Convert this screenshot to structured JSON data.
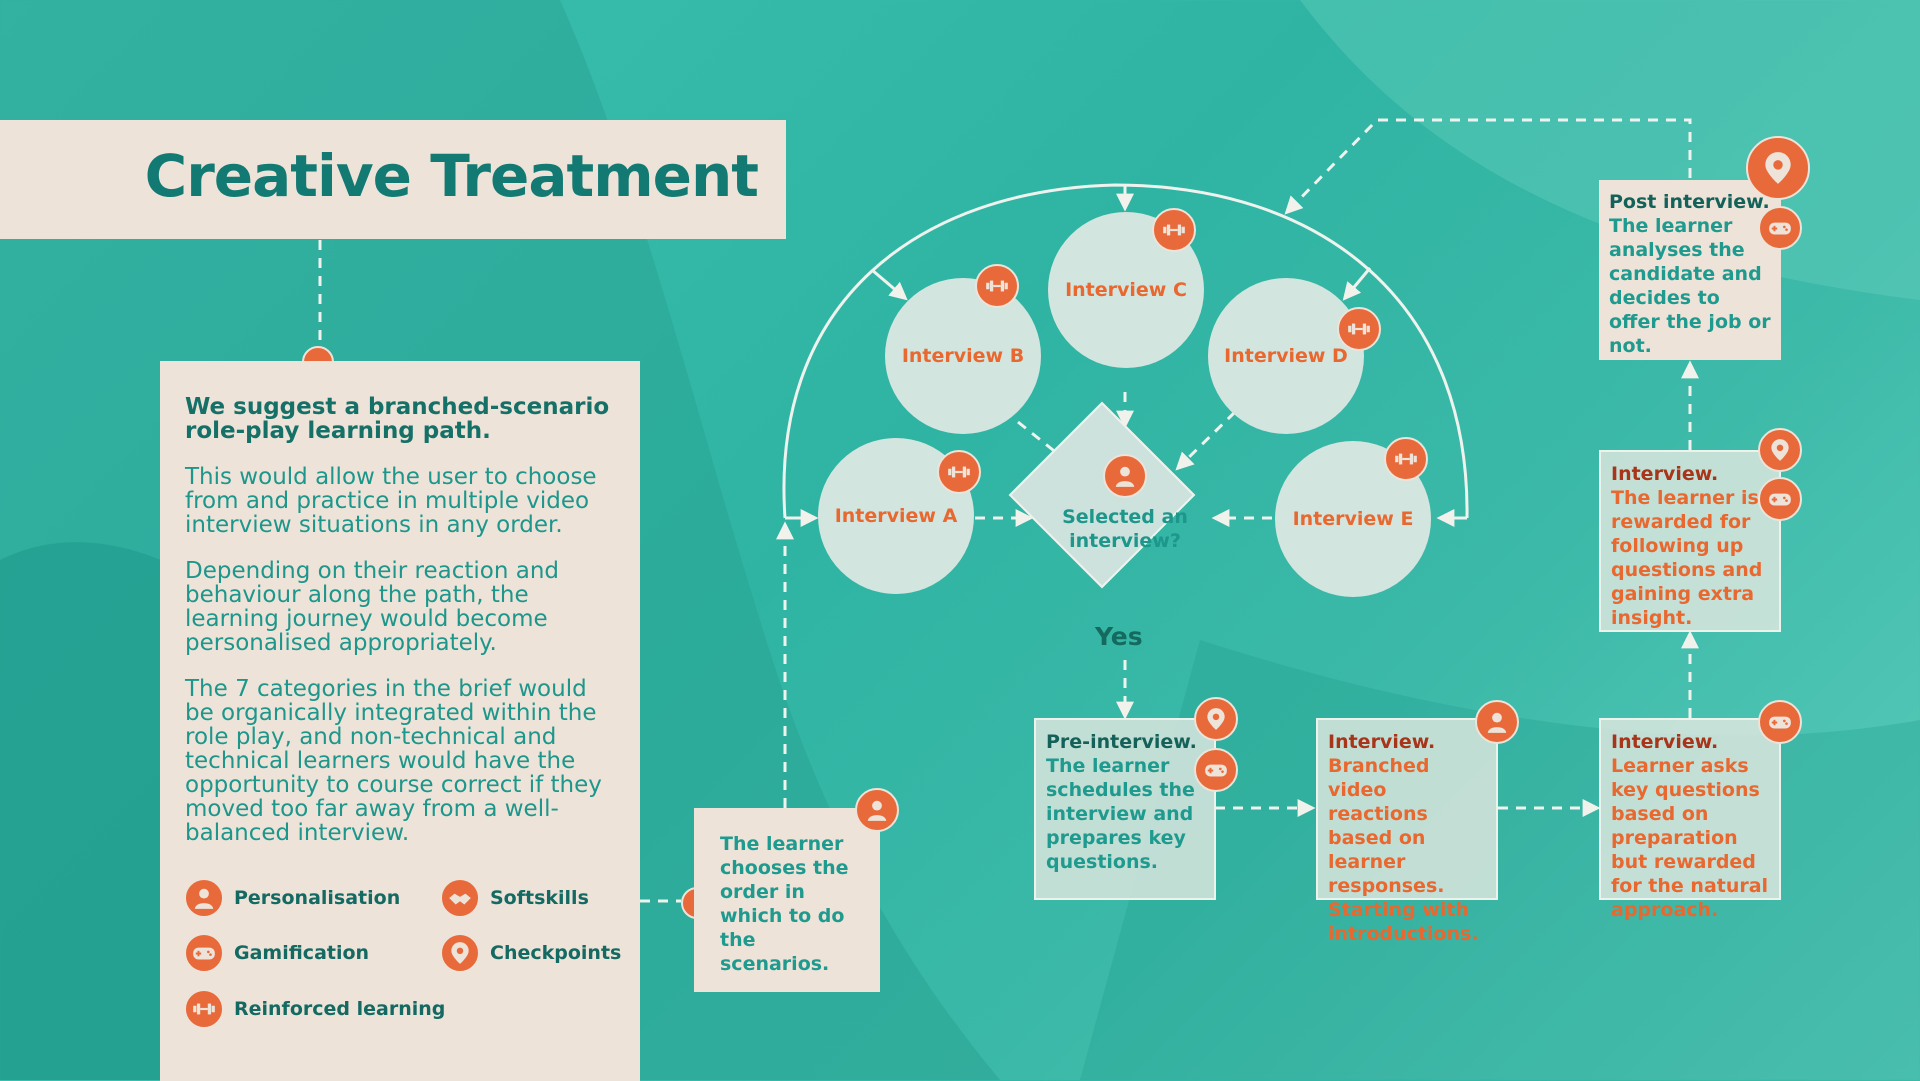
{
  "title": "Creative Treatment",
  "intro": {
    "lead": "We suggest a branched-scenario role-play learning path.",
    "p1": "This would allow the user to choose from and practice in multiple video interview situations in any order.",
    "p2": "Depending on their reaction and behaviour along the path, the learning journey would become personalised appropriately.",
    "p3": "The 7 categories in the brief would be organically integrated within the role play, and non-technical and technical learners would have the opportunity to course correct if they moved too far away from a well-balanced interview."
  },
  "legend": [
    {
      "label": "Personalisation",
      "icon": "person-icon"
    },
    {
      "label": "Softskills",
      "icon": "handshake-icon"
    },
    {
      "label": "Gamification",
      "icon": "gamepad-icon"
    },
    {
      "label": "Checkpoints",
      "icon": "location-pin-icon"
    },
    {
      "label": "Reinforced learning",
      "icon": "dumbbell-icon"
    }
  ],
  "learner_choice": "The learner chooses the order in which to do the scenarios.",
  "interviews": {
    "a": "Interview A",
    "b": "Interview B",
    "c": "Interview C",
    "d": "Interview D",
    "e": "Interview E"
  },
  "decision": {
    "label": "Selected an interview?",
    "yes": "Yes"
  },
  "steps": {
    "pre": {
      "heading": "Pre-interview.",
      "text": "The learner schedules the interview and prepares key questions."
    },
    "interview1": {
      "heading": "Interview.",
      "text": "Branched video reactions based on learner responses. Starting with introductions."
    },
    "interview2": {
      "heading": "Interview.",
      "text": "Learner asks key questions based on preparation but rewarded for the natural approach."
    },
    "interview3": {
      "heading": "Interview.",
      "text": "The learner is rewarded for following up questions and gaining extra insight."
    },
    "post": {
      "heading": "Post interview.",
      "text": "The learner analyses the candidate and decides to offer the job or not."
    }
  },
  "colors": {
    "accent": "#e86a3a",
    "teal_dark": "#127a72",
    "cream": "#ede3d9"
  }
}
